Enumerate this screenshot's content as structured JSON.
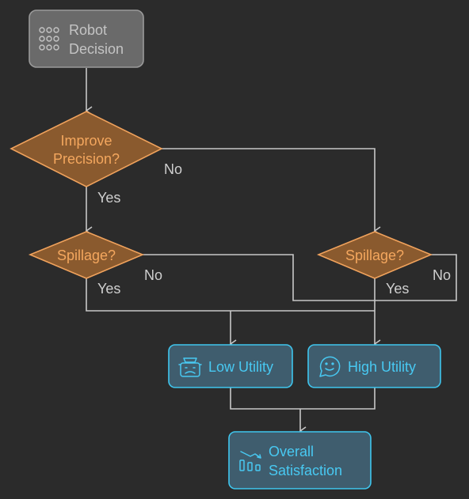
{
  "diagram": {
    "nodes": {
      "start": {
        "lines": [
          "Robot",
          "Decision"
        ],
        "icon": "grid-dots-icon"
      },
      "improve": {
        "lines": [
          "Improve",
          "Precision?"
        ]
      },
      "spill_left": {
        "label": "Spillage?"
      },
      "spill_right": {
        "label": "Spillage?"
      },
      "low": {
        "label": "Low Utility",
        "icon": "frowning-robot-icon"
      },
      "high": {
        "label": "High Utility",
        "icon": "smiling-chat-icon"
      },
      "overall": {
        "lines": [
          "Overall",
          "Satisfaction"
        ],
        "icon": "declining-bars-icon"
      }
    },
    "edges": {
      "improve_yes": "Yes",
      "improve_no": "No",
      "spill_left_no": "No",
      "spill_left_yes": "Yes",
      "spill_right_no": "No",
      "spill_right_yes": "Yes"
    },
    "colors": {
      "background": "#2b2b2b",
      "line": "#c8c8c8",
      "start_fill": "#6a6a6a",
      "start_stroke": "#9a9a9a",
      "start_text": "#c4c4c4",
      "decision_fill": "#8a5a2e",
      "decision_stroke": "#f0a25c",
      "decision_text": "#f4a75e",
      "outcome_fill": "#3f5d6e",
      "outcome_stroke": "#3fc6ee",
      "outcome_text": "#48c9f2",
      "edge_text": "#cfcfcf"
    }
  }
}
